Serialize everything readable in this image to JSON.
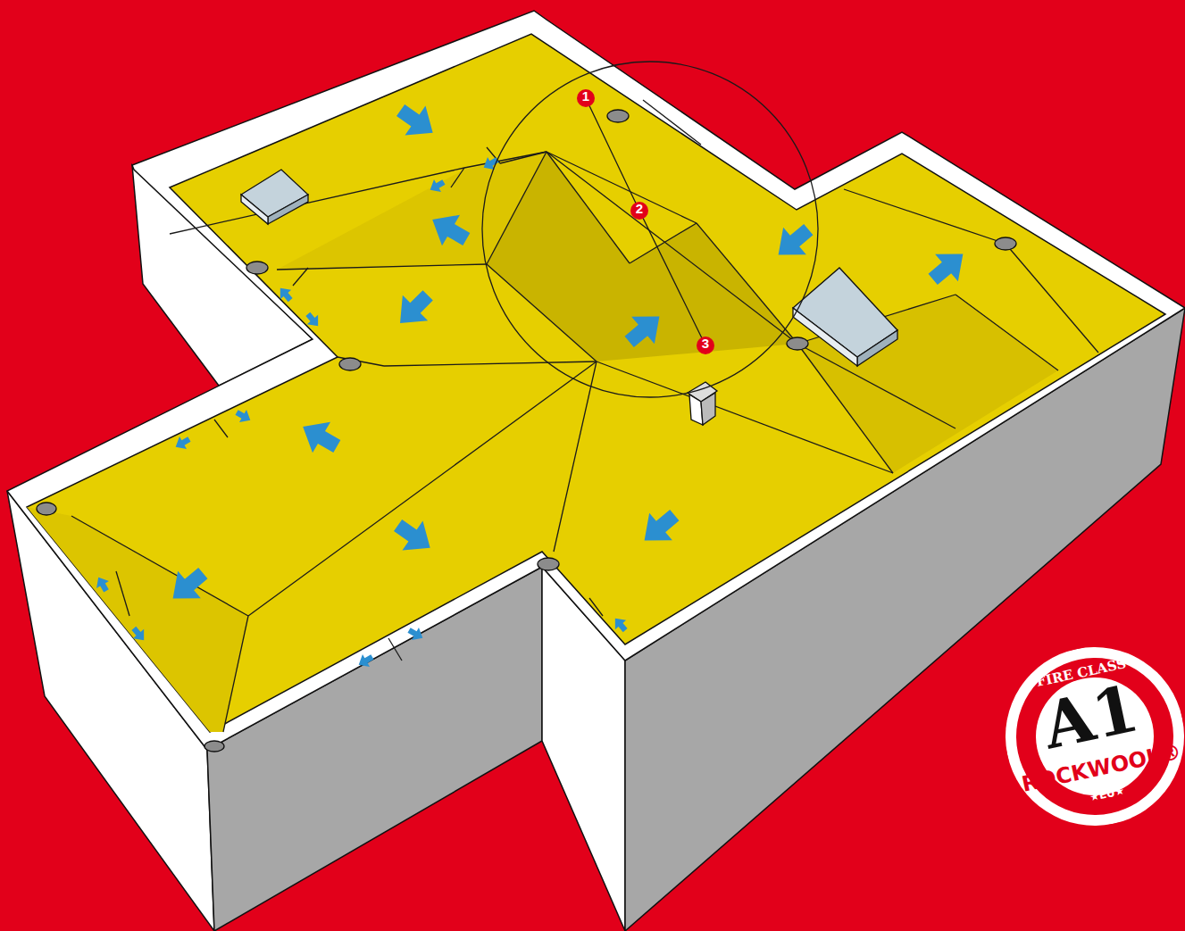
{
  "diagram": {
    "nodes": [
      {
        "text": [
          "FIRE CLASS",
          "A1",
          "ROCKWOOL®",
          "★EU★"
        ]
      }
    ],
    "labels": [
      "1",
      "2",
      "3"
    ]
  }
}
